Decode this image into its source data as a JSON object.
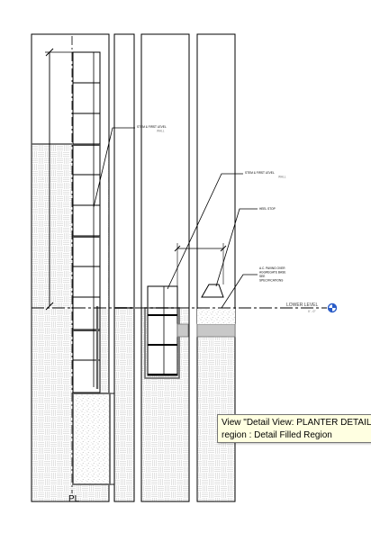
{
  "drawing": {
    "callouts": {
      "stem_wall_left_1": "STEM & FIRST LEVEL",
      "stem_wall_left_2": "WALL",
      "stem_wall_right_1": "STEM & FIRST LEVEL",
      "stem_wall_right_2": "WALL",
      "heel_stop": "HEEL STOP",
      "ac_paving_1": "A.C. PAVING OVER",
      "ac_paving_2": "AGGREGATE BASE",
      "ac_paving_3": "SEE",
      "ac_paving_4": "SPECIFICATIONS"
    },
    "level": {
      "name": "LOWER LEVEL",
      "elevation": "0' - 0\""
    },
    "property_line_mark": "PL"
  },
  "tooltip": {
    "line1": "View \"Detail View: PLANTER DETAIL",
    "line2": "region : Detail Filled Region"
  }
}
